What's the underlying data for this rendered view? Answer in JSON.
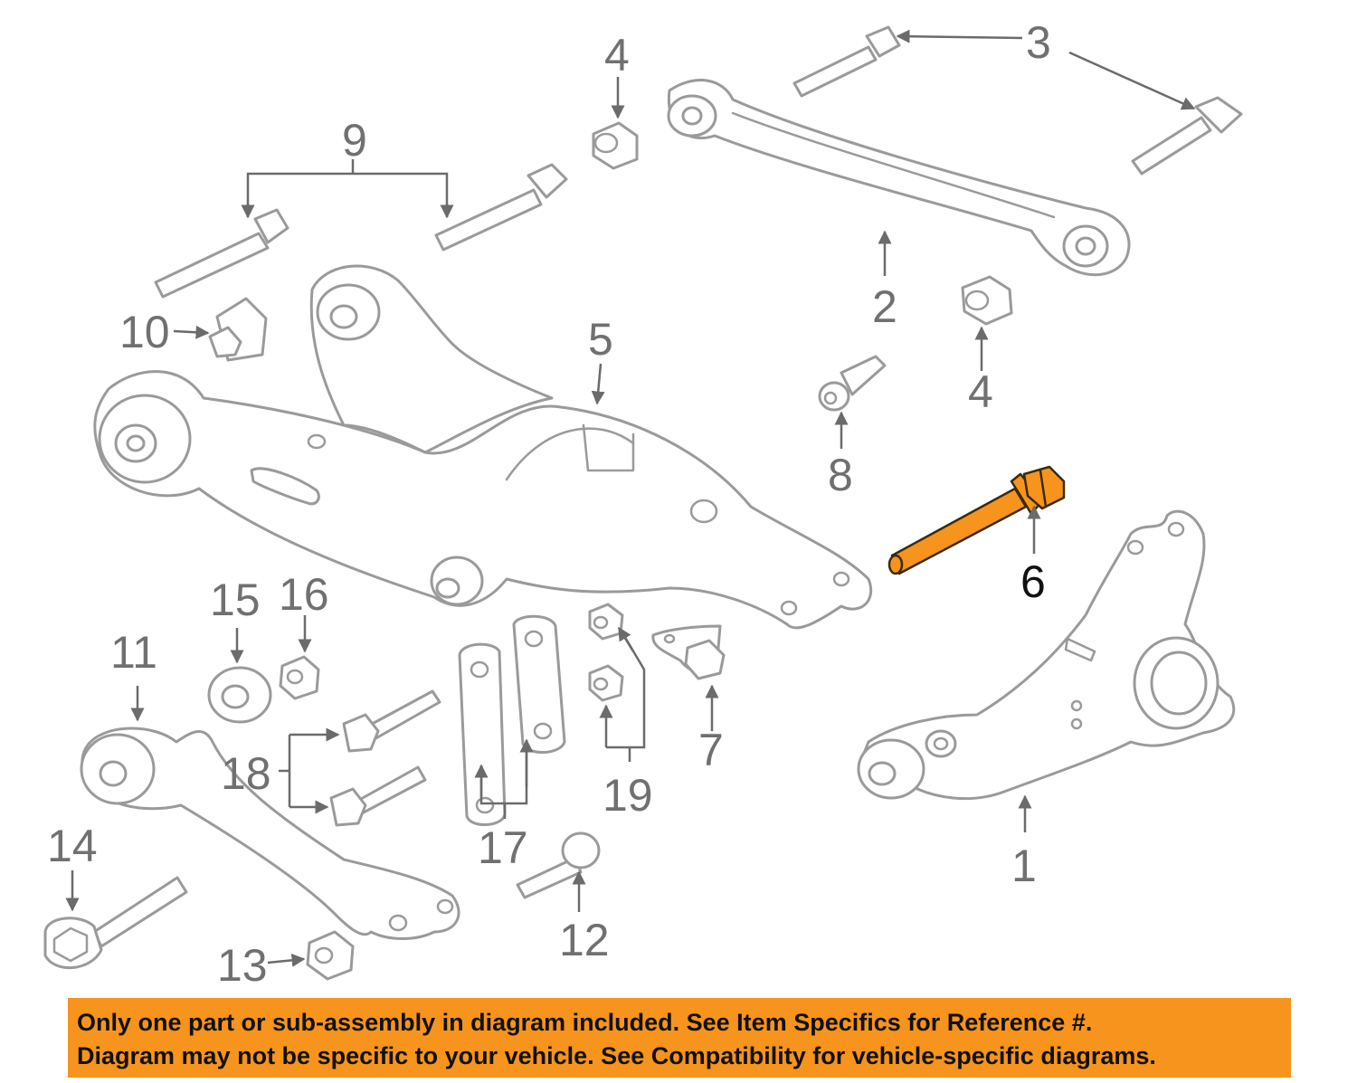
{
  "callouts": [
    {
      "id": "1",
      "label": "1"
    },
    {
      "id": "2",
      "label": "2"
    },
    {
      "id": "3",
      "label": "3"
    },
    {
      "id": "4a",
      "label": "4"
    },
    {
      "id": "4b",
      "label": "4"
    },
    {
      "id": "5",
      "label": "5"
    },
    {
      "id": "6",
      "label": "6"
    },
    {
      "id": "7",
      "label": "7"
    },
    {
      "id": "8",
      "label": "8"
    },
    {
      "id": "9",
      "label": "9"
    },
    {
      "id": "10",
      "label": "10"
    },
    {
      "id": "11",
      "label": "11"
    },
    {
      "id": "12",
      "label": "12"
    },
    {
      "id": "13",
      "label": "13"
    },
    {
      "id": "14",
      "label": "14"
    },
    {
      "id": "15",
      "label": "15"
    },
    {
      "id": "16",
      "label": "16"
    },
    {
      "id": "17",
      "label": "17"
    },
    {
      "id": "18",
      "label": "18"
    },
    {
      "id": "19",
      "label": "19"
    }
  ],
  "highlighted_part": "6",
  "colors": {
    "highlight": "#f7941d",
    "line_art": "#9a9a9a",
    "callout_text": "#707070"
  },
  "disclaimer": {
    "line1": "Only one part or sub-assembly in diagram included. See Item Specifics for Reference #.",
    "line2": "Diagram may not be specific to your vehicle. See Compatibility for vehicle-specific diagrams."
  }
}
